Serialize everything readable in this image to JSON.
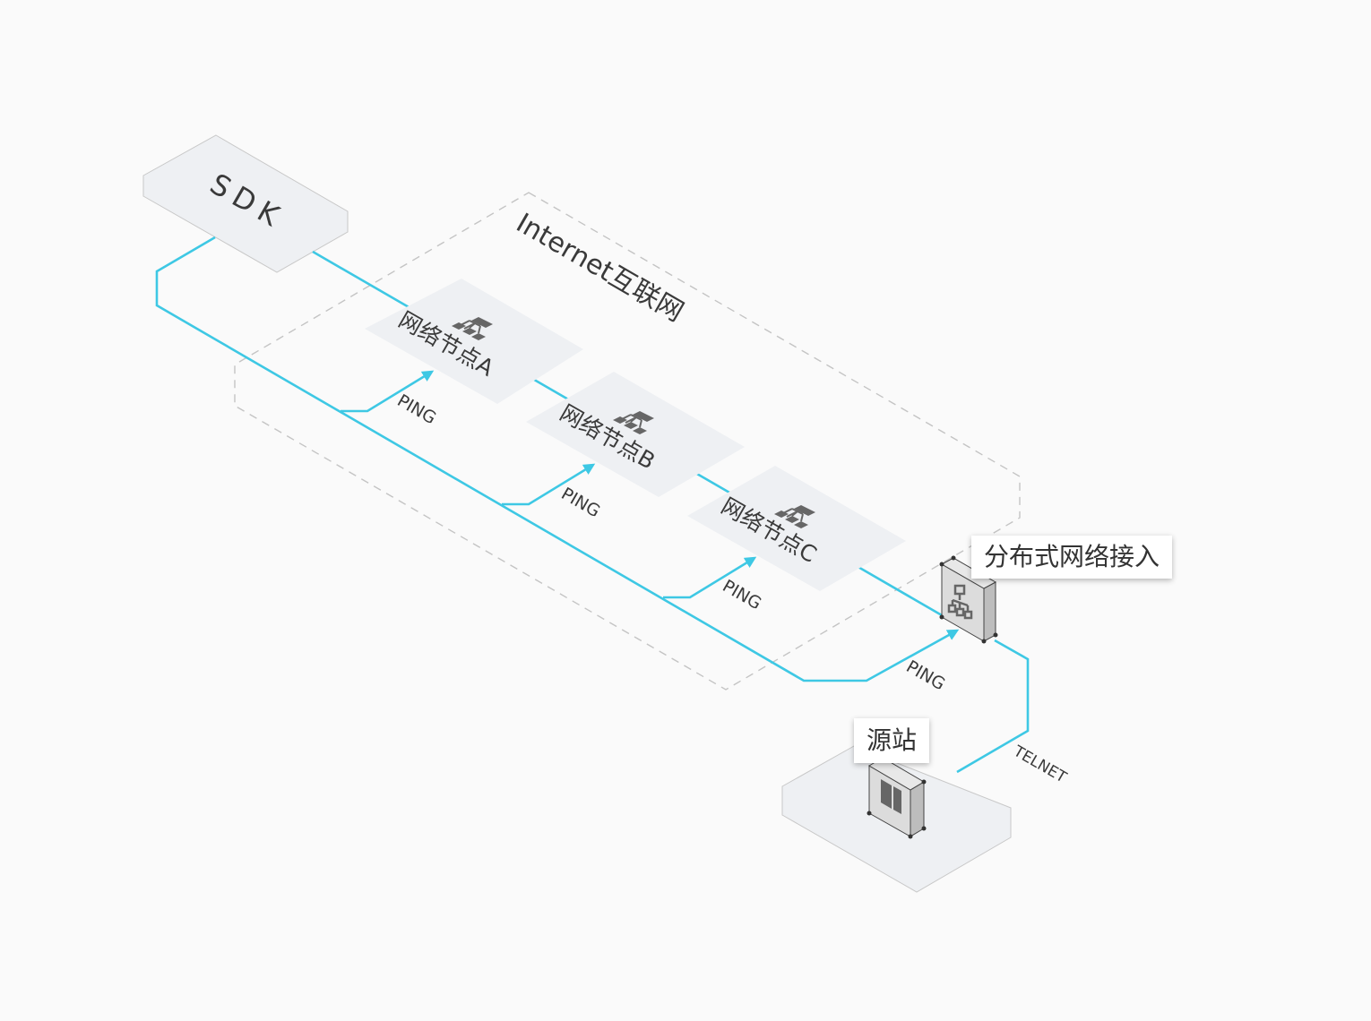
{
  "diagram": {
    "title": "SDK network probe topology",
    "sdk": {
      "label": "SDK"
    },
    "internet_zone": {
      "label": "Internet互联网"
    },
    "nodes": [
      {
        "id": "A",
        "label": "网络节点A",
        "icon": "network-hierarchy-icon"
      },
      {
        "id": "B",
        "label": "网络节点B",
        "icon": "network-hierarchy-icon"
      },
      {
        "id": "C",
        "label": "网络节点C",
        "icon": "network-hierarchy-icon"
      }
    ],
    "access": {
      "label": "分布式网络接入",
      "icon": "org-chart-server-icon"
    },
    "origin": {
      "label": "源站",
      "icon": "server-rack-icon"
    },
    "edges": [
      {
        "from": "SDK",
        "to": "网络节点A",
        "label": "PING"
      },
      {
        "from": "SDK",
        "to": "网络节点B",
        "label": "PING"
      },
      {
        "from": "SDK",
        "to": "网络节点C",
        "label": "PING"
      },
      {
        "from": "SDK",
        "to": "分布式网络接入",
        "label": "PING"
      },
      {
        "from": "分布式网络接入",
        "to": "源站",
        "label": "TELNET"
      }
    ],
    "colors": {
      "link": "#3ec8e4",
      "plate": "#eef0f3",
      "zone_border": "#c4c4c4",
      "text": "#3a3a3a",
      "icon": "#666666"
    }
  }
}
